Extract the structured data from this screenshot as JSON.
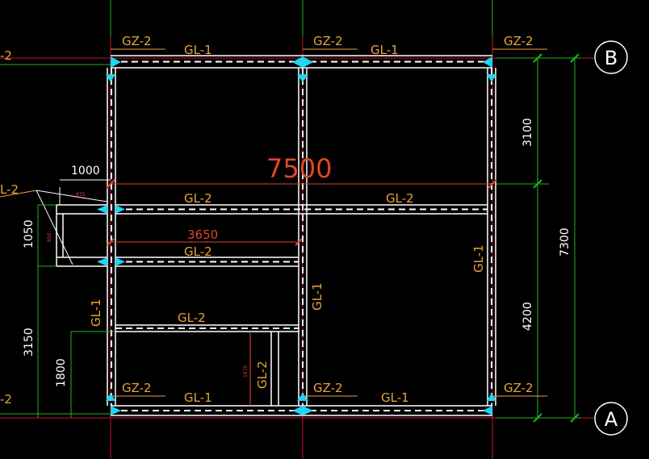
{
  "axes": {
    "top": "B",
    "bottom": "A"
  },
  "columns": {
    "top_left": "GZ-2",
    "top_mid": "GZ-2",
    "top_right": "GZ-2",
    "bottom_left": "GZ-2",
    "bottom_mid": "GZ-2",
    "bottom_right": "GZ-2"
  },
  "beams": {
    "top_left": "GL-1",
    "top_right": "GL-1",
    "bottom_left": "GL-1",
    "bottom_right": "GL-1",
    "mid_left": "GL-2",
    "mid_right": "GL-2",
    "second_left": "GL-2",
    "third_left": "GL-2",
    "small_vertical": "GL-2",
    "vert_left": "GL-1",
    "vert_mid": "GL-1",
    "vert_right": "GL-1",
    "left_cut": "L-2",
    "left_edge_top": "-2",
    "left_edge_bottom": "-2"
  },
  "dimensions": {
    "overall_width": "7500",
    "inner_width": "3650",
    "overhang": "1000",
    "right_top": "3100",
    "right_bottom": "4200",
    "right_total": "7300",
    "left_upper": "1050",
    "left_mid": "3150",
    "left_lower": "1800",
    "tiny_a": "975",
    "tiny_b": "850",
    "tiny_c": "1675"
  },
  "colors": {
    "background": "#000000",
    "grid_green": "#1fb51f",
    "grid_red": "#c8102e",
    "beam_white": "#ffffff",
    "label_orange": "#e8a33a",
    "node_cyan": "#22d3f2",
    "dim_red": "#e0452c"
  }
}
